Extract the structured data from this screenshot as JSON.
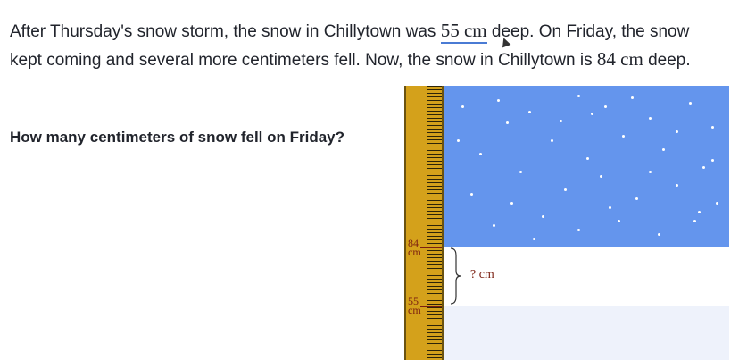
{
  "problem": {
    "part1": "After Thursday's snow storm, the snow in Chillytown was ",
    "value1": "55 cm",
    "part2": " deep. On Friday, the snow kept coming and several more centimeters fell. Now, the snow in Chillytown is ",
    "value2": "84 cm",
    "part3": " deep."
  },
  "question": "How many centimeters of snow fell on Friday?",
  "diagram": {
    "ruler_labels": [
      {
        "value": "84",
        "unit": "cm"
      },
      {
        "value": "55",
        "unit": "cm"
      }
    ],
    "unknown_label": "? cm",
    "colors": {
      "sky": "#6495ed",
      "ruler": "#d4a11b",
      "new_snow": "#ffffff",
      "old_snow": "#eef2fb",
      "marker": "#7a1e10"
    }
  }
}
